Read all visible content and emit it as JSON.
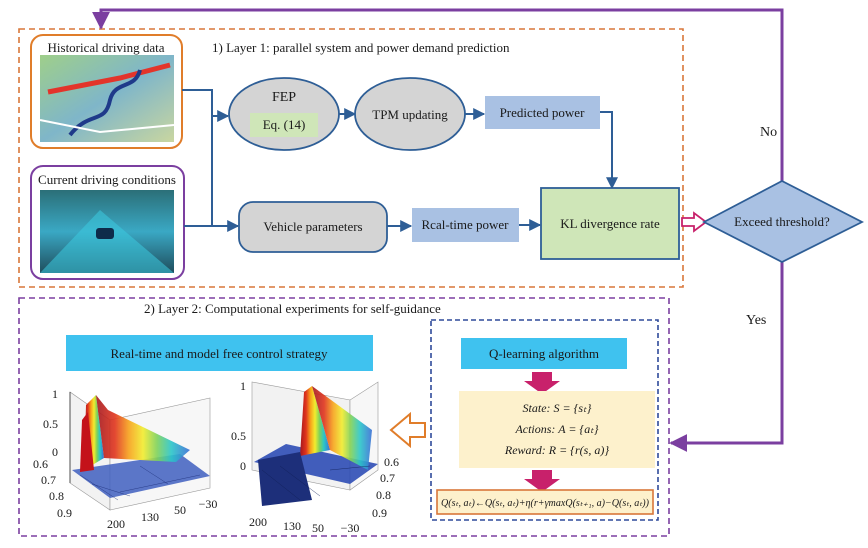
{
  "layer1": {
    "title": "1) Layer 1: parallel system and power demand prediction",
    "historical_label": "Historical driving data",
    "current_label": "Current driving conditions",
    "fep_label": "FEP",
    "eq_label": "Eq. (14)",
    "tpm_label": "TPM updating",
    "predicted_label": "Predicted power",
    "vehicle_label": "Vehicle parameters",
    "realtime_power_label": "Rcal-time power",
    "kl_label": "KL divergence rate"
  },
  "decision": {
    "label": "Exceed threshold?",
    "no_label": "No",
    "yes_label": "Yes"
  },
  "layer2": {
    "title": "2) Layer 2: Computational experiments for self-guidance",
    "strategy_label": "Real-time and model free control strategy",
    "qlearning_label": "Q-learning algorithm",
    "state_label": "State: S = {sₜ}",
    "actions_label": "Actions: A = {aₜ}",
    "reward_label": "Reward: R = {r(s, a)}",
    "update_formula": "Q(sₜ, aₜ)←Q(sₜ, aₜ)+η(r+γmaxQ(sₜ₊₁, a)−Q(sₜ, aₜ))"
  },
  "plot_left": {
    "z_ticks": [
      "1",
      "0.5",
      "0"
    ],
    "y_ticks": [
      "0.6",
      "0.7",
      "0.8",
      "0.9"
    ],
    "x_ticks": [
      "200",
      "130",
      "50",
      "−30"
    ]
  },
  "plot_right": {
    "z_ticks": [
      "1",
      "0.5",
      "0"
    ],
    "y_ticks": [
      "0.6",
      "0.7",
      "0.8",
      "0.9"
    ],
    "x_ticks": [
      "200",
      "130",
      "50",
      "−30"
    ]
  },
  "colors": {
    "frame_orange": "#d9773a",
    "frame_purple": "#7b3fa0",
    "frame_blue": "#2f4a9a",
    "arrow_blue": "#2e5e96",
    "ellipse_fill": "#d4d4d4",
    "green_fill": "#cfe6b8",
    "blue_box": "#a9c1e3",
    "cyan_box": "#3fc2ef",
    "cream_box": "#fdf1cc",
    "magenta_arrow": "#c8216b"
  }
}
